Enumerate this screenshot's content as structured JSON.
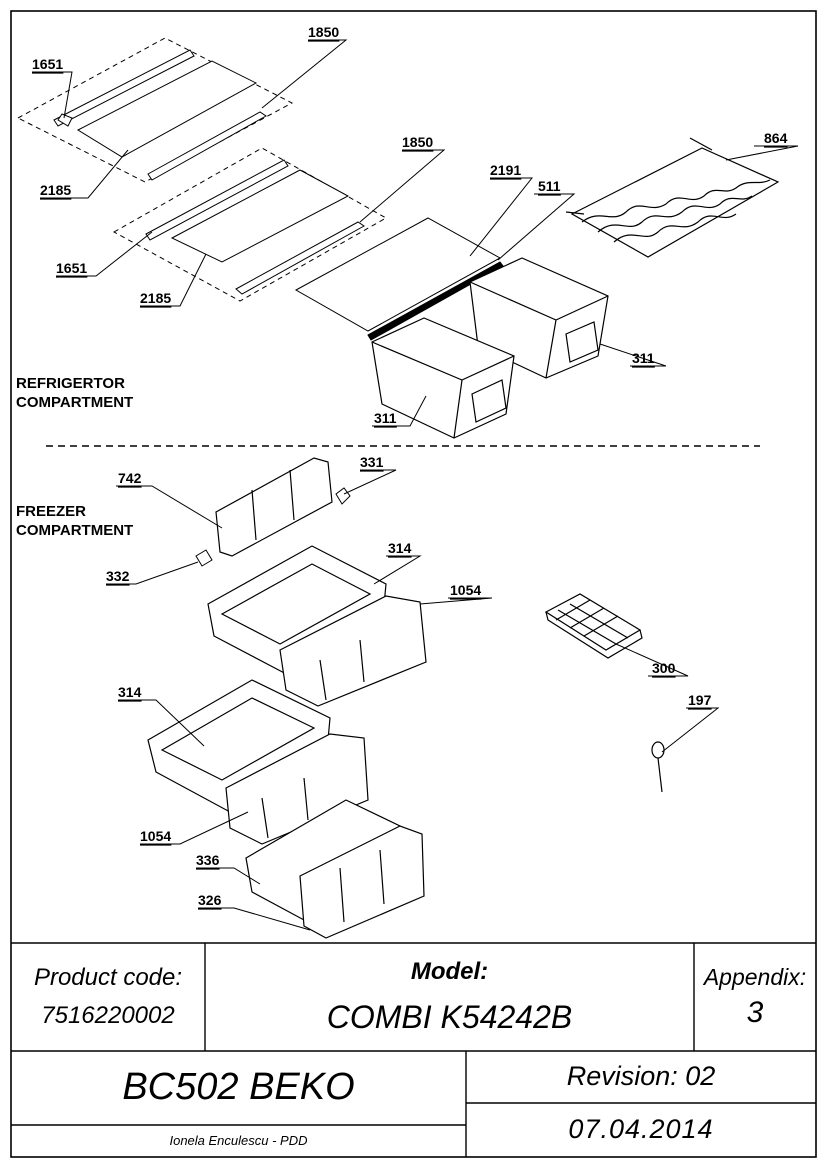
{
  "sections": {
    "refrigerator": "REFRIGERTOR\nCOMPARTMENT",
    "freezer": "FREEZER\nCOMPARTMENT"
  },
  "part_labels": {
    "p1651_a": "1651",
    "p1850_a": "1850",
    "p2185_a": "2185",
    "p1850_b": "1850",
    "p2191": "2191",
    "p511": "511",
    "p864": "864",
    "p1651_b": "1651",
    "p2185_b": "2185",
    "p311_a": "311",
    "p311_b": "311",
    "p742": "742",
    "p331": "331",
    "p332": "332",
    "p314_a": "314",
    "p1054_a": "1054",
    "p300": "300",
    "p197": "197",
    "p314_b": "314",
    "p1054_b": "1054",
    "p336": "336",
    "p326": "326"
  },
  "title_block": {
    "product_code_label": "Product code:",
    "product_code_value": "7516220002",
    "model_label": "Model:",
    "model_value": "COMBI K54242B",
    "appendix_label": "Appendix:",
    "appendix_value": "3",
    "brand": "BC502 BEKO",
    "revision": "Revision: 02",
    "date": "07.04.2014",
    "author": "Ionela Enculescu - PDD"
  }
}
